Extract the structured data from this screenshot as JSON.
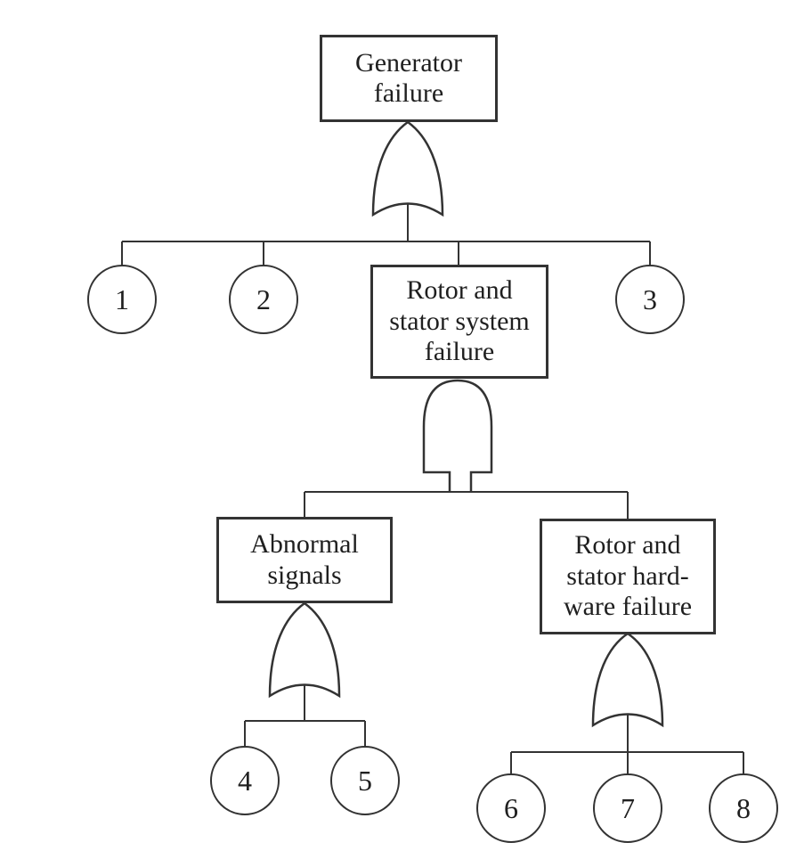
{
  "diagram_type": "fault-tree",
  "colors": {
    "background": "#ffffff",
    "line": "#333333",
    "text": "#1f1f1f"
  },
  "top_event": {
    "label": "Generator\nfailure",
    "gate": "OR"
  },
  "intermediate_events": [
    {
      "label": "Rotor and\nstator system\nfailure",
      "gate": "AND"
    },
    {
      "label": "Abnormal\nsignals",
      "gate": "OR"
    },
    {
      "label": "Rotor and\nstator hard-\nware failure",
      "gate": "OR"
    }
  ],
  "basic_events": [
    {
      "label": "1"
    },
    {
      "label": "2"
    },
    {
      "label": "3"
    },
    {
      "label": "4"
    },
    {
      "label": "5"
    },
    {
      "label": "6"
    },
    {
      "label": "7"
    },
    {
      "label": "8"
    }
  ]
}
